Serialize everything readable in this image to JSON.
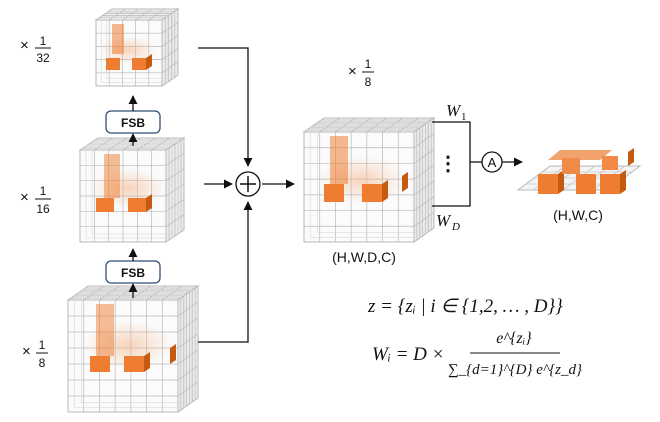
{
  "diagram": {
    "scales": {
      "s32": {
        "times": "×",
        "num": "1",
        "den": "32"
      },
      "s16": {
        "times": "×",
        "num": "1",
        "den": "16"
      },
      "s8": {
        "times": "×",
        "num": "1",
        "den": "8"
      },
      "top8": {
        "times": "×",
        "num": "1",
        "den": "8"
      }
    },
    "fsb_label": "FSB",
    "sum_symbol": "+",
    "attention_symbol": "A",
    "dots": "⋮",
    "weights": {
      "w1": {
        "base": "W",
        "sub": "1"
      },
      "wd": {
        "base": "W",
        "sub": "D"
      }
    },
    "volume_label": "(H,W,D,C)",
    "output_label": "(H,W,C)",
    "formula1": "z = {zᵢ | i ∈ {1,2, … , D}}",
    "formula2": {
      "lhs": "Wᵢ = D ×",
      "numerator": "e^{zᵢ}",
      "denominator": "∑_{d=1}^{D} e^{z_d}"
    },
    "colors": {
      "orange": "#ee7d31",
      "orange_dark": "#c55a11",
      "grid": "#b8b8b8"
    }
  }
}
